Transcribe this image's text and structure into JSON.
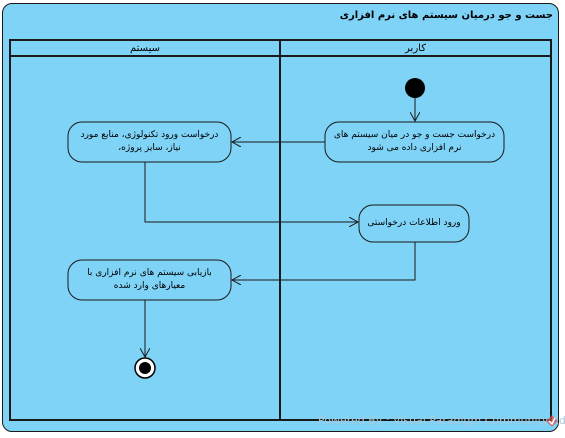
{
  "diagram": {
    "title": "جست و جو درمیان سیستم های نرم افزاری",
    "lanes": [
      {
        "label": "سیستم"
      },
      {
        "label": "کاربر"
      }
    ],
    "actions": [
      {
        "label": "درخواست جست و جو در میان سیستم های نرم افزاری داده می شود"
      },
      {
        "label": "درخواست ورود تکنولوژی، منابع مورد نیاز، سایز پروژه،"
      },
      {
        "label": "ورود اطلاعات درخواستی"
      },
      {
        "label": "بازیابی سیستم های نرم افزاری با معیارهای وارد شده"
      }
    ],
    "colors": {
      "background": "#7fd3f7",
      "line": "#1a1a1a",
      "node_fill": "#7fd3f7"
    }
  },
  "watermark": {
    "text": "Powered By : Visual Paradigm Community Edition"
  }
}
